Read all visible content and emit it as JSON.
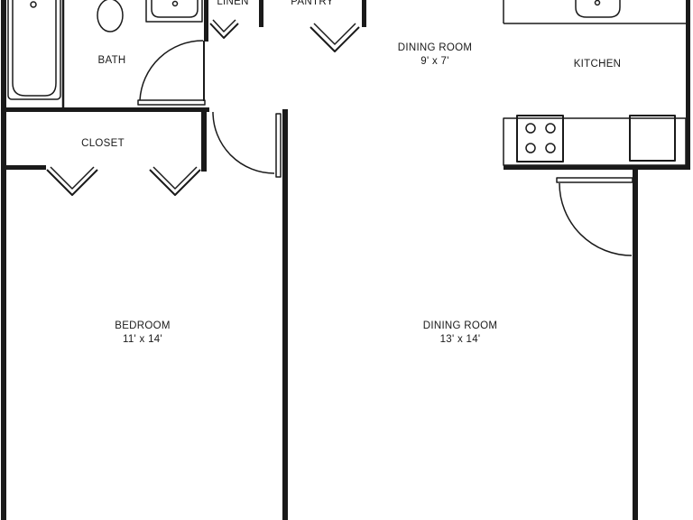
{
  "rooms": {
    "linen": {
      "name": "LINEN"
    },
    "pantry": {
      "name": "PANTRY"
    },
    "bath": {
      "name": "BATH"
    },
    "dining_small": {
      "name": "DINING ROOM",
      "size": "9' x 7'"
    },
    "kitchen": {
      "name": "KITCHEN"
    },
    "closet": {
      "name": "CLOSET"
    },
    "bedroom": {
      "name": "BEDROOM",
      "size": "11' x 14'"
    },
    "dining_large": {
      "name": "DINING ROOM",
      "size": "13' x 14'"
    }
  },
  "colors": {
    "wall": "#1a1a1a",
    "background": "#ffffff"
  }
}
